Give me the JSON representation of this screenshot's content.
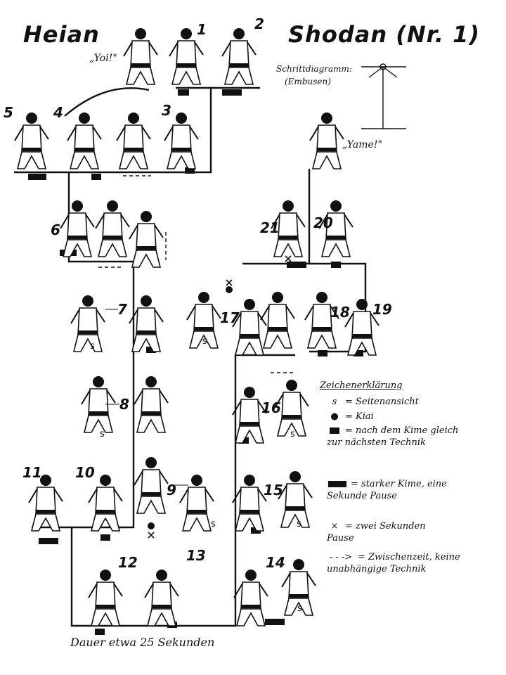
{
  "header": {
    "title_left": "Heian",
    "title_right": "Shodan (Nr. 1)",
    "yoi": "„Yoi!\"",
    "yame": "„Yame!\"",
    "embusen_label_1": "Schrittdiagramm:",
    "embusen_label_2": "(Embusen)"
  },
  "steps": [
    "1",
    "2",
    "3",
    "4",
    "5",
    "6",
    "7",
    "8",
    "9",
    "10",
    "11",
    "12",
    "13",
    "14",
    "15",
    "16",
    "17",
    "18",
    "19",
    "20",
    "21"
  ],
  "side_view_marks": [
    "s",
    "s",
    "s",
    "s",
    "s",
    "s",
    "s"
  ],
  "legend": {
    "title": "Zeichenerklärung",
    "items": [
      {
        "symbol": "s",
        "text": "= Seitenansicht"
      },
      {
        "symbol": "●",
        "text": "= Kiai"
      },
      {
        "symbol": "bar-small",
        "text": "= nach dem Kime gleich zur nächsten Technik"
      },
      {
        "symbol": "bar-large",
        "text": "= starker Kime, eine Sekunde Pause"
      },
      {
        "symbol": "×",
        "text": "= zwei Sekunden Pause"
      },
      {
        "symbol": "- - ->",
        "text": "= Zwischenzeit, keine unabhängige Technik"
      }
    ]
  },
  "footer": "Dauer etwa 25 Sekunden"
}
